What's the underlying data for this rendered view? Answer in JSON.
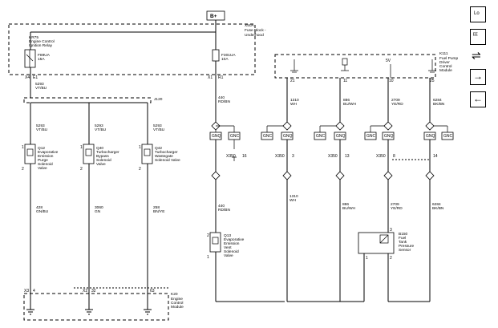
{
  "battery": "B+",
  "fuse_block": {
    "code": "X50A",
    "name_lines": [
      "Fuse Block -",
      "Underhood"
    ]
  },
  "relay": {
    "code": "KR75",
    "name_lines": [
      "Engine Control",
      "Ignition Relay"
    ],
    "fuse": "F89UA",
    "fuse_rating": "15A",
    "connector_left": "X4",
    "connector_left_pin": "E1"
  },
  "fuse_f301": {
    "code": "F301UA",
    "rating": "10A",
    "connector": "X1",
    "pin": "R1"
  },
  "splice": {
    "code": "J120",
    "wire": "5293",
    "color": "VT/BU"
  },
  "valves": [
    {
      "code": "Q12",
      "name_lines": [
        "Evaporative",
        "Emission",
        "Purge",
        "Solenoid",
        "Valve"
      ],
      "in_wire": "5293",
      "in_color": "VT/BU",
      "out_wire": "428",
      "out_color": "GN/BU",
      "pin1": "1",
      "pin2": "2",
      "conn": "X3",
      "conn_pin": "4"
    },
    {
      "code": "Q40",
      "name_lines": [
        "Turbocharger",
        "Bypass",
        "Solenoid",
        "Valve"
      ],
      "in_wire": "5293",
      "in_color": "VT/BU",
      "out_wire": "3060",
      "out_color": "GN",
      "pin1": "1",
      "pin2": "2",
      "conn": "X2",
      "conn_pin": "32"
    },
    {
      "code": "Q42",
      "name_lines": [
        "Turbocharger",
        "Wastegate",
        "Solenoid Valve"
      ],
      "in_wire": "5293",
      "in_color": "VT/BU",
      "out_wire": "258",
      "out_color": "BN/YE",
      "pin1": "1",
      "pin2": "2",
      "conn": "",
      "conn_pin": "63"
    }
  ],
  "k20": {
    "code": "K20",
    "name_lines": [
      "Engine",
      "Control",
      "Module"
    ]
  },
  "q13": {
    "code": "Q13",
    "name_lines": [
      "Evaporative",
      "Emission",
      "Vent",
      "Solenoid",
      "Valve"
    ],
    "in_wire": "440",
    "in_color": "RD/BN",
    "out_wire": "440",
    "out_color": "RD/BN",
    "pin1": "1",
    "pin2": "2",
    "conn": "X350",
    "conn_pin": "16"
  },
  "k111": {
    "code": "K111",
    "name_lines": [
      "Fuel Pump",
      "Driver",
      "Control",
      "Module"
    ],
    "pins": [
      "21",
      "11",
      "10",
      "25"
    ],
    "pin_label_5v": "5V"
  },
  "channels": [
    {
      "wire_top": "1310",
      "color_top": "WH",
      "conn": "X350",
      "pin": "3",
      "wire_bot": "1310",
      "color_bot": "WH"
    },
    {
      "wire_top": "886",
      "color_top": "BU/WH",
      "conn": "X350",
      "pin": "13",
      "wire_bot": "886",
      "color_bot": "BU/WH"
    },
    {
      "wire_top": "2709",
      "color_top": "YE/RD",
      "conn": "X350",
      "pin": "8",
      "wire_bot": "2709",
      "color_bot": "YE/RD"
    },
    {
      "wire_top": "6284",
      "color_top": "BK/BN",
      "conn": "",
      "pin": "14",
      "wire_bot": "6284",
      "color_bot": "BK/BN"
    }
  ],
  "gnq_label": "GNQ",
  "gnc_label": "GNC",
  "b150": {
    "code": "B150",
    "name_lines": [
      "Fuel",
      "Tank",
      "Pressure",
      "Sensor"
    ],
    "pin1": "1",
    "pin2": "2",
    "pin3": "3"
  },
  "side_buttons": [
    {
      "name": "locator-icon",
      "glyph": "Lo"
    },
    {
      "name": "schematic-legend-icon",
      "glyph": "ᴱᴱ"
    },
    {
      "name": "wire-route-icon",
      "glyph": "⇌"
    },
    {
      "name": "next-arrow-icon",
      "glyph": "→"
    },
    {
      "name": "prev-arrow-icon",
      "glyph": "←"
    }
  ]
}
